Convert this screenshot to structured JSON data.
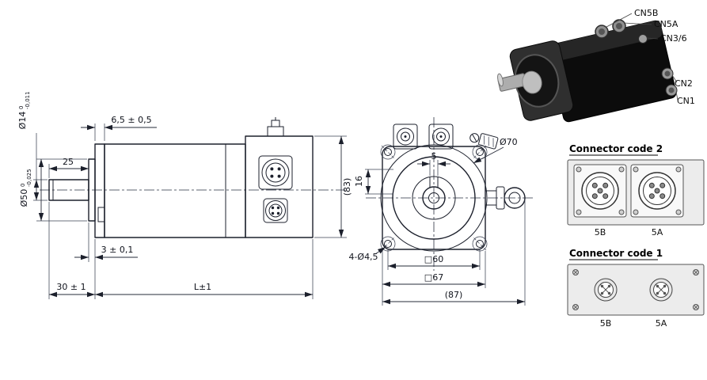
{
  "side_view": {
    "dims": {
      "shaft_dia": "Ø14",
      "shaft_dia_tol_upper": "0",
      "shaft_dia_tol_lower": "-0,011",
      "pilot_dia": "Ø50",
      "pilot_dia_tol_upper": "0",
      "pilot_dia_tol_lower": "-0,025",
      "shaft_length": "25",
      "spigot_length": "6,5 ± 0,5",
      "body_height": "(83)",
      "pilot_step": "3 ± 0,1",
      "shaft_protrusion": "30 ± 1",
      "body_length": "L±1"
    }
  },
  "front_view": {
    "dims": {
      "key_width": "5",
      "connector_offset": "16",
      "boss_dia": "Ø70",
      "mounting_holes": "4-Ø4,5",
      "hole_pitch": "□60",
      "frame_size": "□67",
      "overall_width": "(87)"
    }
  },
  "photo": {
    "callouts": {
      "cn5b": "CN5B",
      "cn5a": "CN5A",
      "cn3_6": "CN3/6",
      "cn2": "CN2",
      "cn1": "CN1"
    }
  },
  "panels": {
    "code2": {
      "title": "Connector code 2",
      "label_left": "5B",
      "label_right": "5A"
    },
    "code1": {
      "title": "Connector code 1",
      "label_left": "5B",
      "label_right": "5A"
    }
  }
}
